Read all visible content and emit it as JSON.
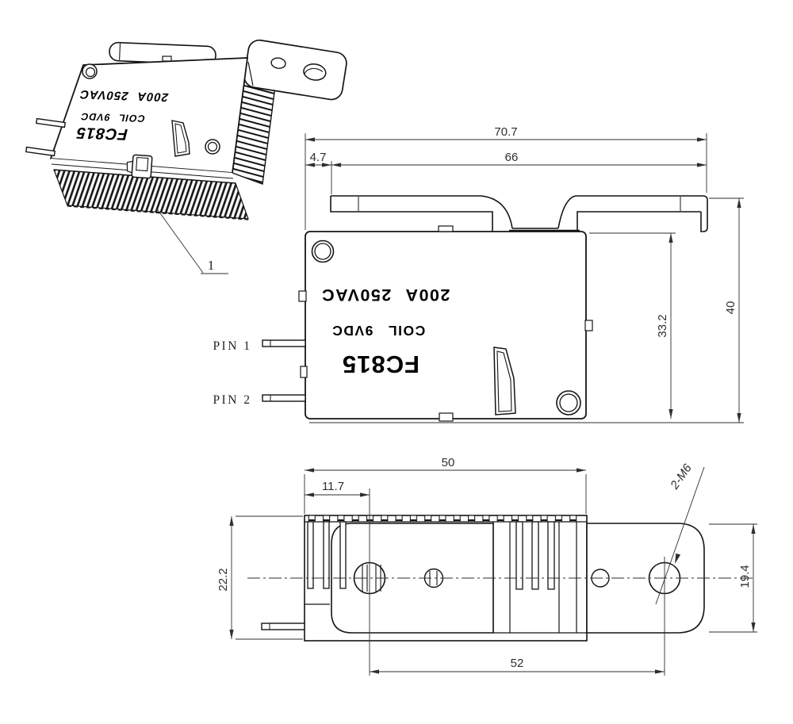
{
  "drawing": {
    "part_marking": {
      "model": "FC815",
      "coil": "COIL 9VDC",
      "rating": "200A 250VAC"
    },
    "iso_view": {
      "callout": "1"
    },
    "front_view": {
      "dim_total_width": "70.7",
      "dim_strap_width": "66",
      "dim_strap_offset": "4.7",
      "dim_body_height": "33.2",
      "dim_total_height": "40",
      "pin1_label": "PIN 1",
      "pin2_label": "PIN 2"
    },
    "bottom_view": {
      "dim_body_width": "50",
      "dim_hole1_offset": "11.7",
      "dim_body_depth": "22.2",
      "dim_hole_spacing": "52",
      "dim_bracket_depth": "19.4",
      "thread_callout": "2-M6"
    }
  }
}
